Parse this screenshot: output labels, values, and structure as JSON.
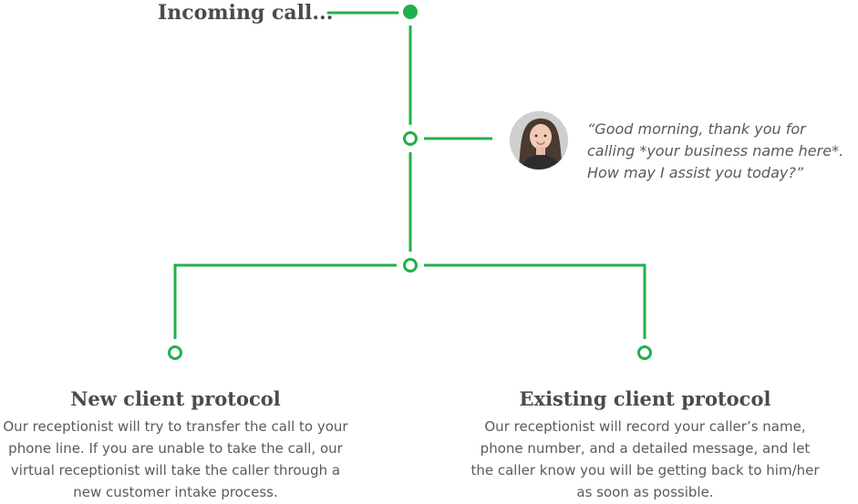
{
  "incoming": {
    "title": "Incoming call..."
  },
  "greeting": {
    "quote": "“Good morning, thank you for calling *your business name here*. How may I assist you today?”",
    "avatar_icon": "receptionist-avatar-icon"
  },
  "branches": {
    "new_client": {
      "title": "New client protocol",
      "description": "Our receptionist will try to transfer the call to your phone line. If you are unable to take the call, our virtual receptionist will take the caller through a new customer intake process."
    },
    "existing_client": {
      "title": "Existing client protocol",
      "description": "Our receptionist will record your caller’s name, phone number, and a detailed message, and let the caller know you will be getting back to him/her as soon as possible."
    }
  },
  "colors": {
    "accent": "#21b04b",
    "text": "#4b4b4b",
    "body_text": "#5a5a5a"
  }
}
